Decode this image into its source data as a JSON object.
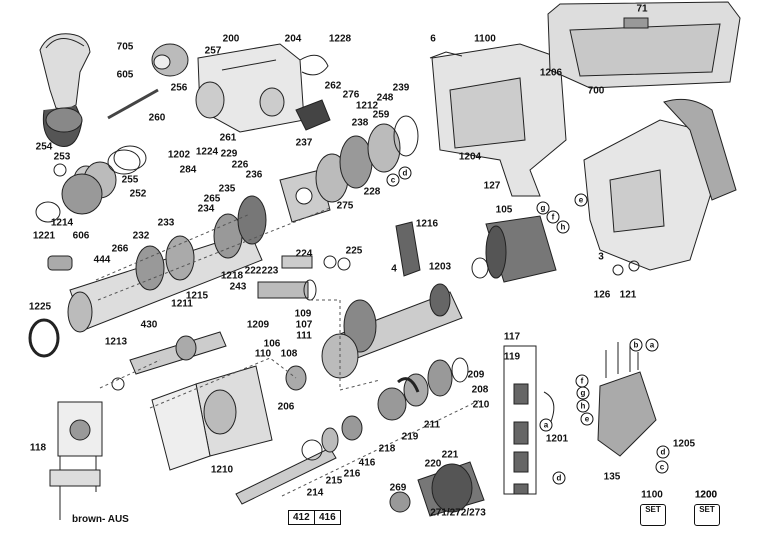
{
  "diagram": {
    "part_labels": [
      {
        "id": "705"
      },
      {
        "id": "605"
      },
      {
        "id": "257"
      },
      {
        "id": "200"
      },
      {
        "id": "204"
      },
      {
        "id": "1228"
      },
      {
        "id": "6"
      },
      {
        "id": "1100"
      },
      {
        "id": "1206"
      },
      {
        "id": "71"
      },
      {
        "id": "700"
      },
      {
        "id": "256"
      },
      {
        "id": "262"
      },
      {
        "id": "276"
      },
      {
        "id": "239"
      },
      {
        "id": "260"
      },
      {
        "id": "1212"
      },
      {
        "id": "248"
      },
      {
        "id": "261"
      },
      {
        "id": "259"
      },
      {
        "id": "1224"
      },
      {
        "id": "238"
      },
      {
        "id": "229"
      },
      {
        "id": "237"
      },
      {
        "id": "254"
      },
      {
        "id": "253"
      },
      {
        "id": "1202"
      },
      {
        "id": "284"
      },
      {
        "id": "226"
      },
      {
        "id": "255"
      },
      {
        "id": "236"
      },
      {
        "id": "1204"
      },
      {
        "id": "127"
      },
      {
        "id": "235"
      },
      {
        "id": "252"
      },
      {
        "id": "265"
      },
      {
        "id": "228"
      },
      {
        "id": "234"
      },
      {
        "id": "275"
      },
      {
        "id": "233"
      },
      {
        "id": "1214"
      },
      {
        "id": "1221"
      },
      {
        "id": "606"
      },
      {
        "id": "232"
      },
      {
        "id": "1216"
      },
      {
        "id": "105"
      },
      {
        "id": "266"
      },
      {
        "id": "444"
      },
      {
        "id": "224"
      },
      {
        "id": "225"
      },
      {
        "id": "1218"
      },
      {
        "id": "222"
      },
      {
        "id": "223"
      },
      {
        "id": "1203"
      },
      {
        "id": "4"
      },
      {
        "id": "243"
      },
      {
        "id": "1215"
      },
      {
        "id": "1211"
      },
      {
        "id": "1225"
      },
      {
        "id": "430"
      },
      {
        "id": "109"
      },
      {
        "id": "107"
      },
      {
        "id": "1209"
      },
      {
        "id": "111"
      },
      {
        "id": "106"
      },
      {
        "id": "1213"
      },
      {
        "id": "110"
      },
      {
        "id": "108"
      },
      {
        "id": "117"
      },
      {
        "id": "119"
      },
      {
        "id": "209"
      },
      {
        "id": "208"
      },
      {
        "id": "206"
      },
      {
        "id": "210"
      },
      {
        "id": "211"
      },
      {
        "id": "219"
      },
      {
        "id": "218"
      },
      {
        "id": "416"
      },
      {
        "id": "216"
      },
      {
        "id": "215"
      },
      {
        "id": "214"
      },
      {
        "id": "1210"
      },
      {
        "id": "221"
      },
      {
        "id": "220"
      },
      {
        "id": "269"
      },
      {
        "id": "271/272/273"
      },
      {
        "id": "1201"
      },
      {
        "id": "1205"
      },
      {
        "id": "135"
      },
      {
        "id": "3"
      },
      {
        "id": "126"
      },
      {
        "id": "121"
      },
      {
        "id": "1200"
      },
      {
        "id": "118"
      }
    ],
    "circle_labels": [
      "a",
      "b",
      "c",
      "d",
      "e",
      "f",
      "g",
      "h"
    ],
    "boxed_labels": {
      "left": "412",
      "right": "416"
    },
    "wire_note": "brown- AUS",
    "set_badges": [
      {
        "number": "1100",
        "text": "SET"
      },
      {
        "number": "1200",
        "text": "SET"
      }
    ]
  }
}
